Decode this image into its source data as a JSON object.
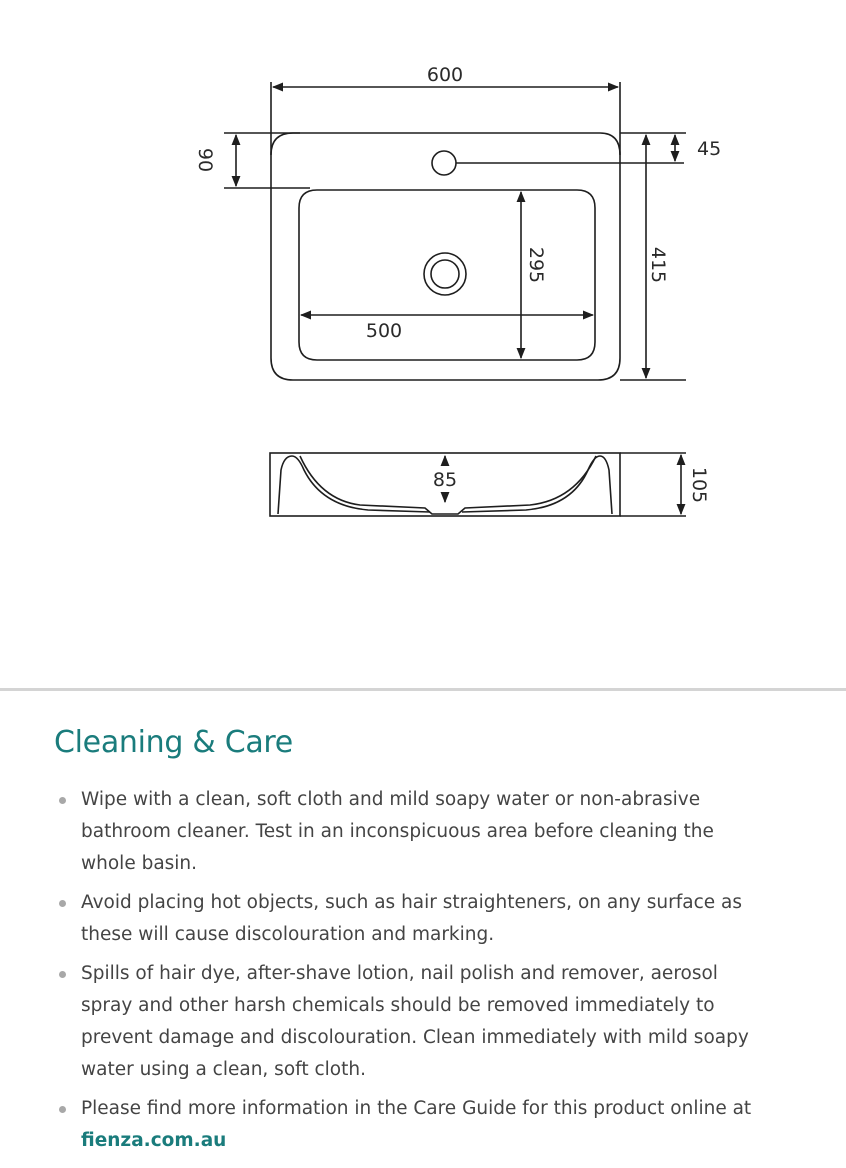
{
  "drawing": {
    "plan_view": {
      "overall_width": "600",
      "overall_depth": "415",
      "bowl_width": "500",
      "bowl_depth": "295",
      "deck_to_bowl": "90",
      "tap_hole_offset": "45"
    },
    "side_view": {
      "bowl_depth": "85",
      "overall_height": "105"
    }
  },
  "care": {
    "title": "Cleaning & Care",
    "items": [
      {
        "text": "Wipe with a clean, soft cloth and mild soapy water or non-abrasive bathroom cleaner. Test in an inconspicuous area before cleaning the whole basin."
      },
      {
        "text": "Avoid placing hot objects, such as hair straighteners, on any surface as these will cause discolouration and marking."
      },
      {
        "text": "Spills of hair dye, after-shave lotion, nail polish and remover, aerosol spray and other harsh chemicals should be removed immediately to prevent damage and discolouration. Clean immediately with mild soapy water using a clean, soft cloth."
      },
      {
        "text": "Please find more information in the Care Guide for this product online at ",
        "link": "fienza.com.au"
      }
    ]
  },
  "colors": {
    "accent": "#1a7c7c",
    "body_text": "#444444",
    "bullet": "#a8a8a8",
    "divider": "#d4d4d4"
  }
}
